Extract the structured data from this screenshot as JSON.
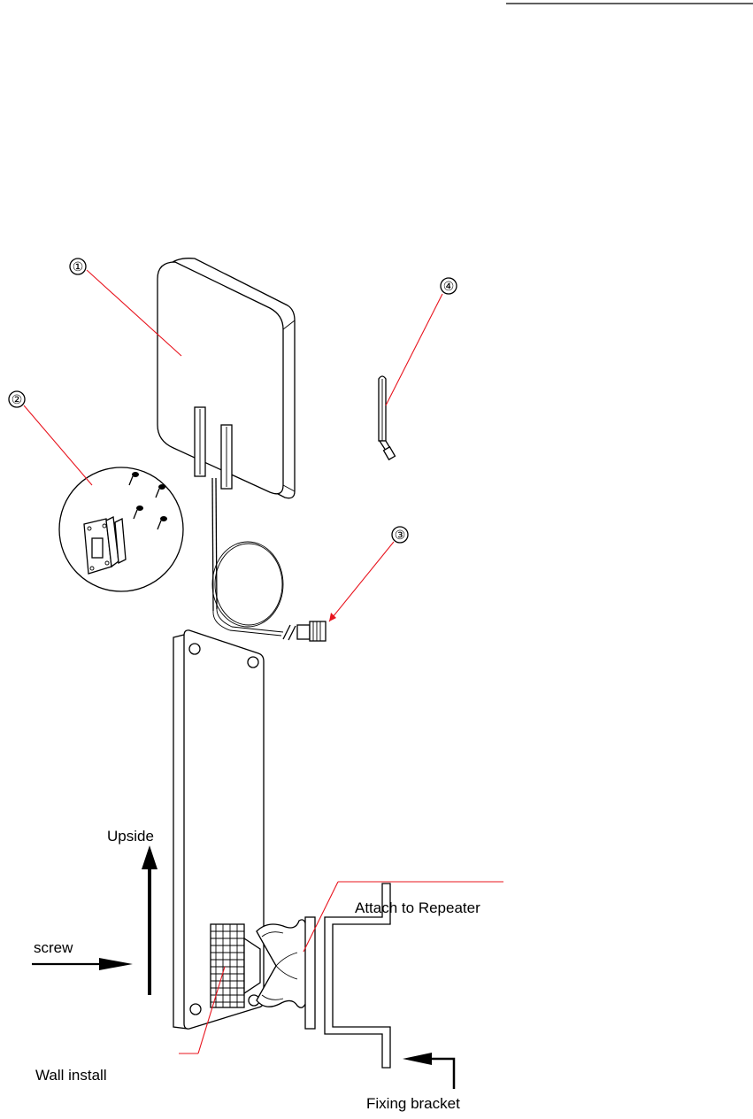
{
  "figure_top": {
    "callouts": [
      {
        "id": "antenna-panel",
        "number": "①"
      },
      {
        "id": "mount-kit",
        "number": "②"
      },
      {
        "id": "cable-connector",
        "number": "③"
      },
      {
        "id": "whip-antenna",
        "number": "④"
      }
    ]
  },
  "figure_bottom": {
    "labels": {
      "upside": "Upside",
      "screw": "screw",
      "attach": "Attach to Repeater",
      "wall": "Wall install",
      "fixing": "Fixing bracket"
    }
  },
  "colors": {
    "callout_line": "#e8141e",
    "ink": "#000000"
  }
}
